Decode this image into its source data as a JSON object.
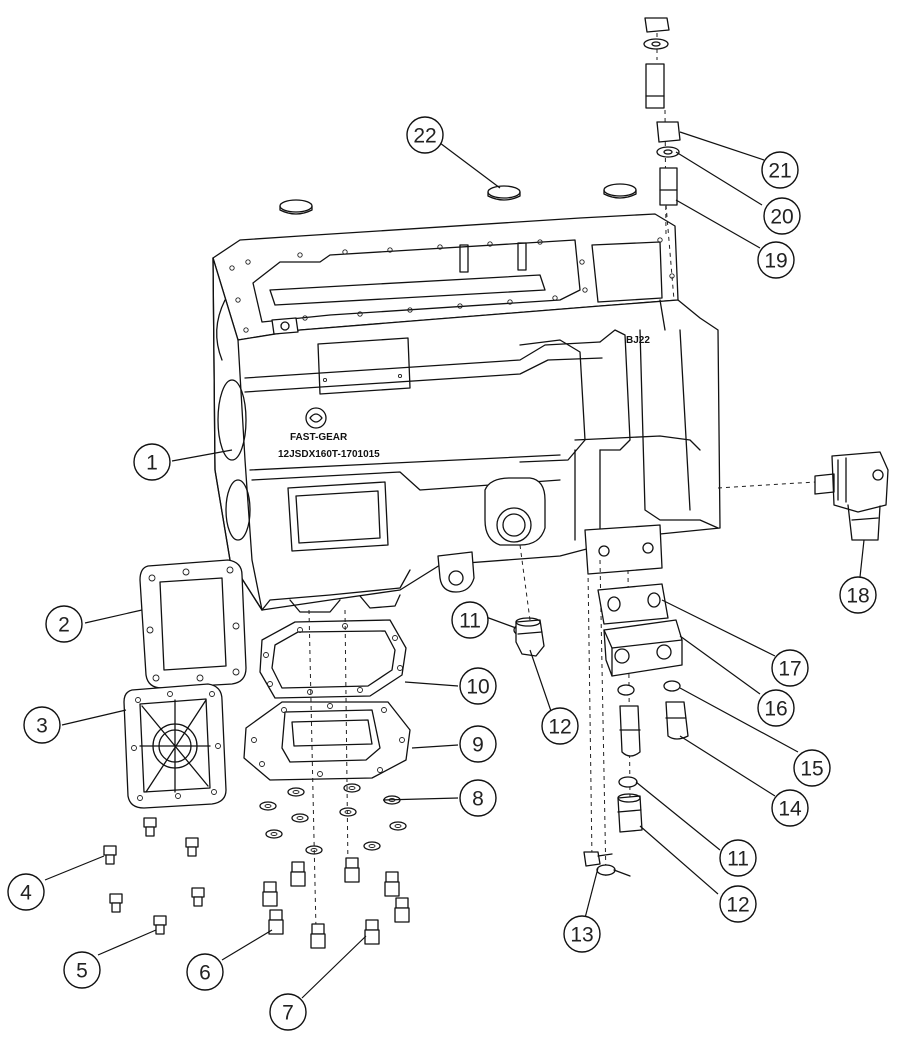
{
  "housing_markings": {
    "brand": "FAST-GEAR",
    "part_number": "12JSDX160T-1701015",
    "corner_code": "BJ22"
  },
  "callouts": [
    {
      "number": "1"
    },
    {
      "number": "2"
    },
    {
      "number": "3"
    },
    {
      "number": "4"
    },
    {
      "number": "5"
    },
    {
      "number": "6"
    },
    {
      "number": "7"
    },
    {
      "number": "8"
    },
    {
      "number": "9"
    },
    {
      "number": "10"
    },
    {
      "number": "11"
    },
    {
      "number": "12"
    },
    {
      "number": "13"
    },
    {
      "number": "14"
    },
    {
      "number": "15"
    },
    {
      "number": "16"
    },
    {
      "number": "17"
    },
    {
      "number": "18"
    },
    {
      "number": "19"
    },
    {
      "number": "20"
    },
    {
      "number": "21"
    },
    {
      "number": "22"
    },
    {
      "number": "11"
    },
    {
      "number": "12"
    }
  ]
}
